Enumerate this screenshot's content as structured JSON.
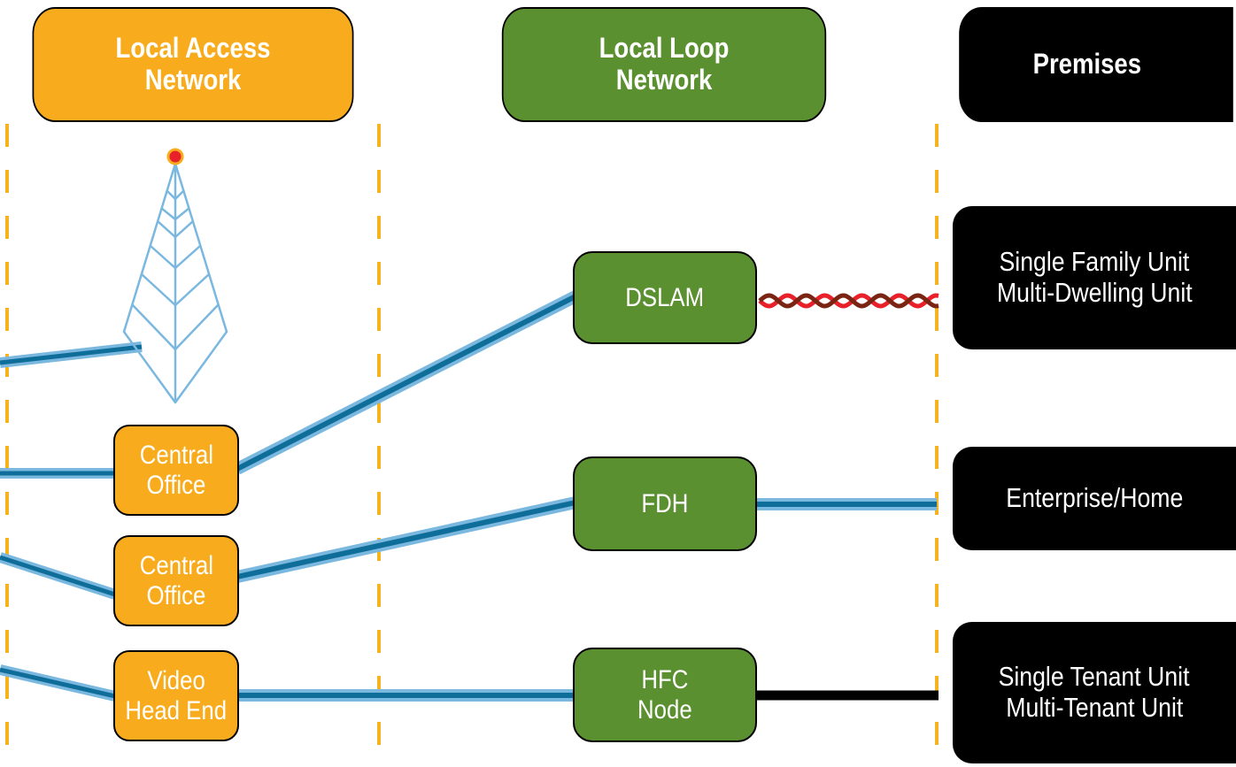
{
  "headers": {
    "local_access": [
      "Local Access",
      "Network"
    ],
    "local_loop": [
      "Local Loop",
      "Network"
    ],
    "premises": [
      "Premises"
    ]
  },
  "access_nodes": {
    "central_office_1": [
      "Central",
      "Office"
    ],
    "central_office_2": [
      "Central",
      "Office"
    ],
    "video_head_end": [
      "Video",
      "Head End"
    ]
  },
  "loop_nodes": {
    "dslam": [
      "DSLAM"
    ],
    "fdh": [
      "FDH"
    ],
    "hfc_node": [
      "HFC",
      "Node"
    ]
  },
  "premises": {
    "residential": [
      "Single Family Unit",
      "Multi-Dwelling Unit"
    ],
    "enterprise": [
      "Enterprise/Home"
    ],
    "tenant": [
      "Single Tenant Unit",
      "Multi-Tenant Unit"
    ]
  },
  "colors": {
    "orange": "#f8ac1d",
    "green": "#5b9030",
    "black": "#000000",
    "divider": "#f5b320",
    "fiber_outer": "#7ab8e0",
    "fiber_inner": "#0f6e99",
    "twisted_red": "#e8202a",
    "twisted_brown": "#7a2414"
  },
  "icons": {
    "tower": "cell-tower-icon"
  }
}
